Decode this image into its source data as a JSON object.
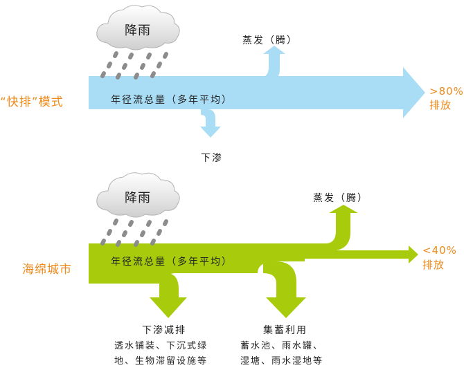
{
  "colors": {
    "blue_flow": "#a9dcf5",
    "green_flow": "#a8cc0c",
    "label_orange": "#ee8a1a",
    "rain": "#8c8c8c",
    "cloud_fill_top": "#ffffff",
    "cloud_fill_bottom": "#d6d6d6"
  },
  "top_diagram": {
    "mode_label": "“快排”模式",
    "cloud_label": "降雨",
    "main_flow_label": "年径流总量（多年平均）",
    "evaporation_label": "蒸发（腾）",
    "infiltration_label": "下渗",
    "discharge_percent": ">80%",
    "discharge_label": "排放"
  },
  "bottom_diagram": {
    "mode_label": "海绵城市",
    "cloud_label": "降雨",
    "main_flow_label": "年径流总量（多年平均）",
    "evaporation_label": "蒸发（腾）",
    "discharge_percent": "<40%",
    "discharge_label": "排放",
    "branches": [
      {
        "title": "下渗减排",
        "lines": [
          "透水铺装、下沉式绿",
          "地、生物滞留设施等"
        ]
      },
      {
        "title": "集蓄利用",
        "lines": [
          "蓄水池、雨水罐、",
          "湿塘、雨水湿地等"
        ]
      }
    ]
  }
}
